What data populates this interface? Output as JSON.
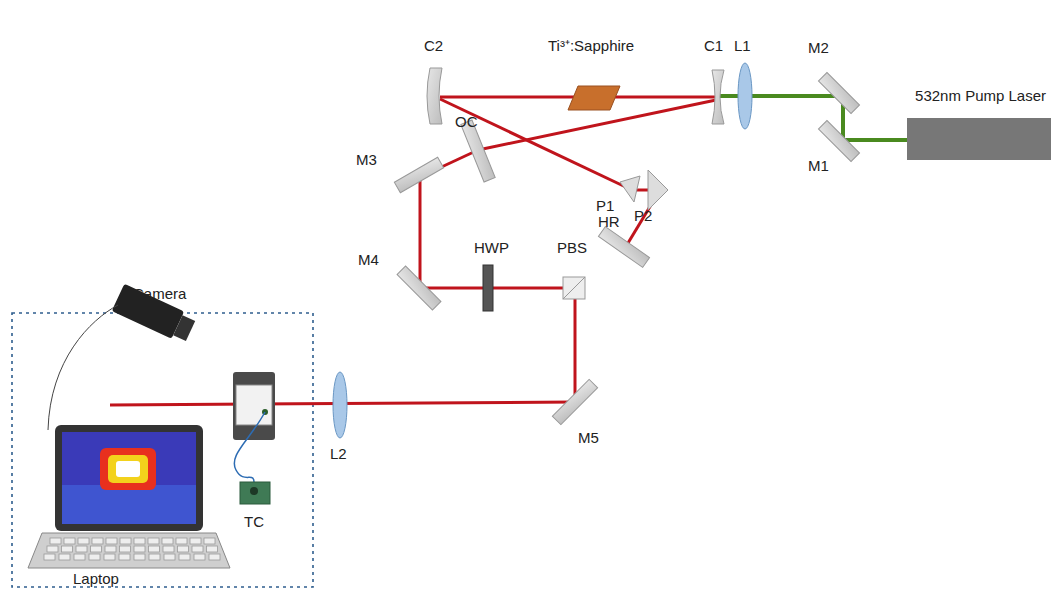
{
  "diagram": {
    "nodes": [
      {
        "text": [
          "532nm Pump Laser"
        ]
      }
    ],
    "labels": [
      "C2",
      "Ti³⁺:Sapphire",
      "C1",
      "L1",
      "M2",
      "M1",
      "OC",
      "M3",
      "P1",
      "P2",
      "HR",
      "PBS",
      "HWP",
      "M4",
      "M5",
      "L2",
      "Camera",
      "TC",
      "Laptop"
    ]
  }
}
